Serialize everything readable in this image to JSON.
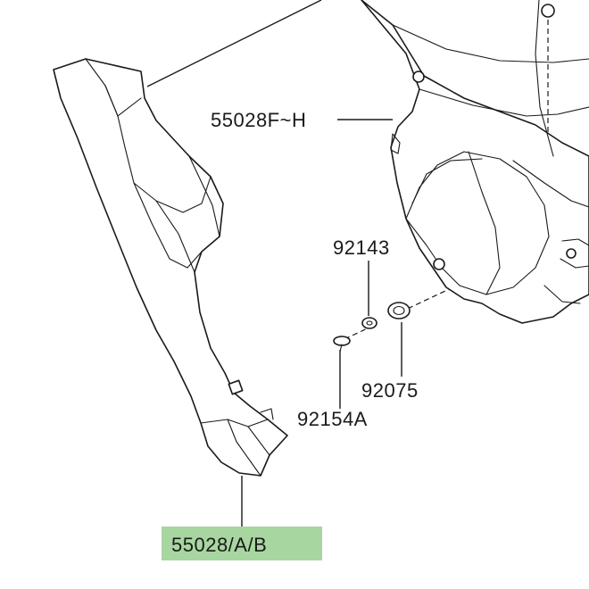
{
  "callouts": {
    "rear_cover": "55028F~H",
    "washer": "92143",
    "screw": "92154A",
    "grommet": "92075",
    "side_panel": "55028/A/B"
  },
  "colors": {
    "highlight": "#a8d6a0",
    "line": "#1a1a1a",
    "background": "#ffffff"
  }
}
